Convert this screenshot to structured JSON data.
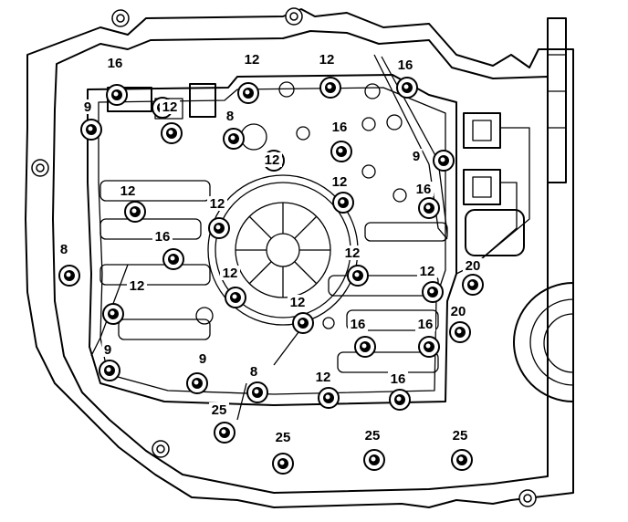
{
  "diagram": {
    "labels": [
      {
        "id": "l1",
        "text": "16"
      },
      {
        "id": "l2",
        "text": "12"
      },
      {
        "id": "l3",
        "text": "12"
      },
      {
        "id": "l4",
        "text": "16"
      },
      {
        "id": "l5",
        "text": "9"
      },
      {
        "id": "l6",
        "text": "12"
      },
      {
        "id": "l7",
        "text": "8"
      },
      {
        "id": "l8",
        "text": "16"
      },
      {
        "id": "l9",
        "text": "9"
      },
      {
        "id": "l10",
        "text": "16"
      },
      {
        "id": "l11",
        "text": "12"
      },
      {
        "id": "l12",
        "text": "12"
      },
      {
        "id": "l13",
        "text": "12"
      },
      {
        "id": "l14",
        "text": "12"
      },
      {
        "id": "l15",
        "text": "8"
      },
      {
        "id": "l16",
        "text": "16"
      },
      {
        "id": "l17",
        "text": "12"
      },
      {
        "id": "l18",
        "text": "12"
      },
      {
        "id": "l19",
        "text": "20"
      },
      {
        "id": "l20",
        "text": "12"
      },
      {
        "id": "l21",
        "text": "12"
      },
      {
        "id": "l22",
        "text": "12"
      },
      {
        "id": "l23",
        "text": "16"
      },
      {
        "id": "l24",
        "text": "16"
      },
      {
        "id": "l25",
        "text": "20"
      },
      {
        "id": "l26",
        "text": "9"
      },
      {
        "id": "l27",
        "text": "9"
      },
      {
        "id": "l28",
        "text": "8"
      },
      {
        "id": "l29",
        "text": "12"
      },
      {
        "id": "l30",
        "text": "16"
      },
      {
        "id": "l31",
        "text": "25"
      },
      {
        "id": "l32",
        "text": "25"
      },
      {
        "id": "l33",
        "text": "25"
      },
      {
        "id": "l34",
        "text": "25"
      }
    ]
  }
}
